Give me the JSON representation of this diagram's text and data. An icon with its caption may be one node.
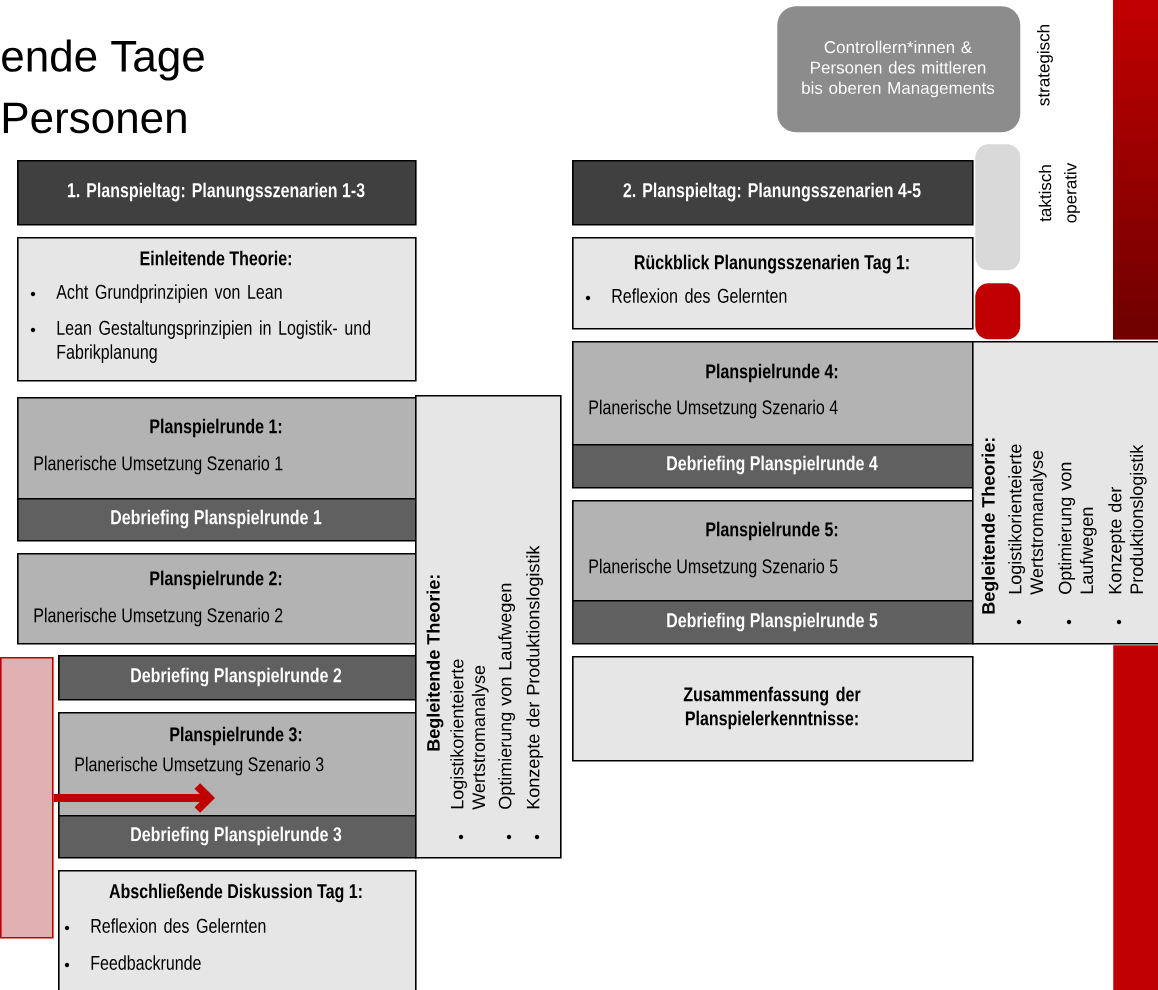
{
  "diagram": {
    "nodes": [
      {
        "text": [
          "1. Planspieltag: Planungsszenarien 1-3"
        ]
      },
      {
        "text": [
          "Einleitende Theorie:",
          "Acht Grundprinzipien von Lean",
          "Lean Gestaltungsprinzipien in Logistik- und Fabrikplanung"
        ]
      },
      {
        "text": [
          "Planspielrunde 1:",
          "Planerische Umsetzung Szenario 1"
        ]
      },
      {
        "text": [
          "Debriefing Planspielrunde 1"
        ]
      },
      {
        "text": [
          "Planspielrunde 2:",
          "Planerische Umsetzung Szenario 2"
        ]
      },
      {
        "text": [
          "Debriefing Planspielrunde 2"
        ]
      },
      {
        "text": [
          "Planspielrunde 3:",
          "Planerische Umsetzung Szenario 3"
        ]
      },
      {
        "text": [
          "Debriefing Planspielrunde 3"
        ]
      },
      {
        "text": [
          "Begleitende Theorie:",
          "Logistikorienteierte Wertstromanalyse",
          "Optimierung von Laufwegen",
          "Konzepte der Produktionslogistik"
        ]
      },
      {
        "text": [
          "Abschließende Diskussion Tag 1:",
          "Reflexion des Gelernten",
          "Feedbackrunde"
        ]
      },
      {
        "text": [
          "2. Planspieltag: Planungsszenarien 4-5"
        ]
      },
      {
        "text": [
          "Rückblick Planungsszenarien Tag 1:",
          "Reflexion des Gelernten"
        ]
      },
      {
        "text": [
          "Planspielrunde 4:",
          "Planerische Umsetzung Szenario 4"
        ]
      },
      {
        "text": [
          "Debriefing Planspielrunde 4"
        ]
      },
      {
        "text": [
          "Planspielrunde 5:",
          "Planerische Umsetzung Szenario 5"
        ]
      },
      {
        "text": [
          "Debriefing Planspielrunde 5"
        ]
      },
      {
        "text": [
          "Begleitende Theorie:",
          "Logistikorienteierte Wertstromanalyse",
          "Optimierung von Laufwegen",
          "Konzepte der Produktionslogistik"
        ]
      },
      {
        "text": [
          "Zusammenfassung der Planspielerkenntnisse:"
        ]
      },
      {
        "text": [
          "Controllern*innen & Personen des mittleren bis oberen Managements"
        ]
      },
      {
        "text": [],
        "shape": "box"
      },
      {
        "text": [],
        "shape": "box"
      },
      {
        "text": [],
        "shape": "box"
      },
      {
        "text": [],
        "shape": "bar"
      },
      {
        "text": [],
        "shape": "bar"
      }
    ],
    "edges": [
      {
        "from": 21,
        "to": 6,
        "arrow": "to",
        "color": "#c00000"
      }
    ],
    "labels": [
      "ende Tage",
      "Personen",
      "strategisch",
      "taktisch",
      "operativ"
    ]
  }
}
